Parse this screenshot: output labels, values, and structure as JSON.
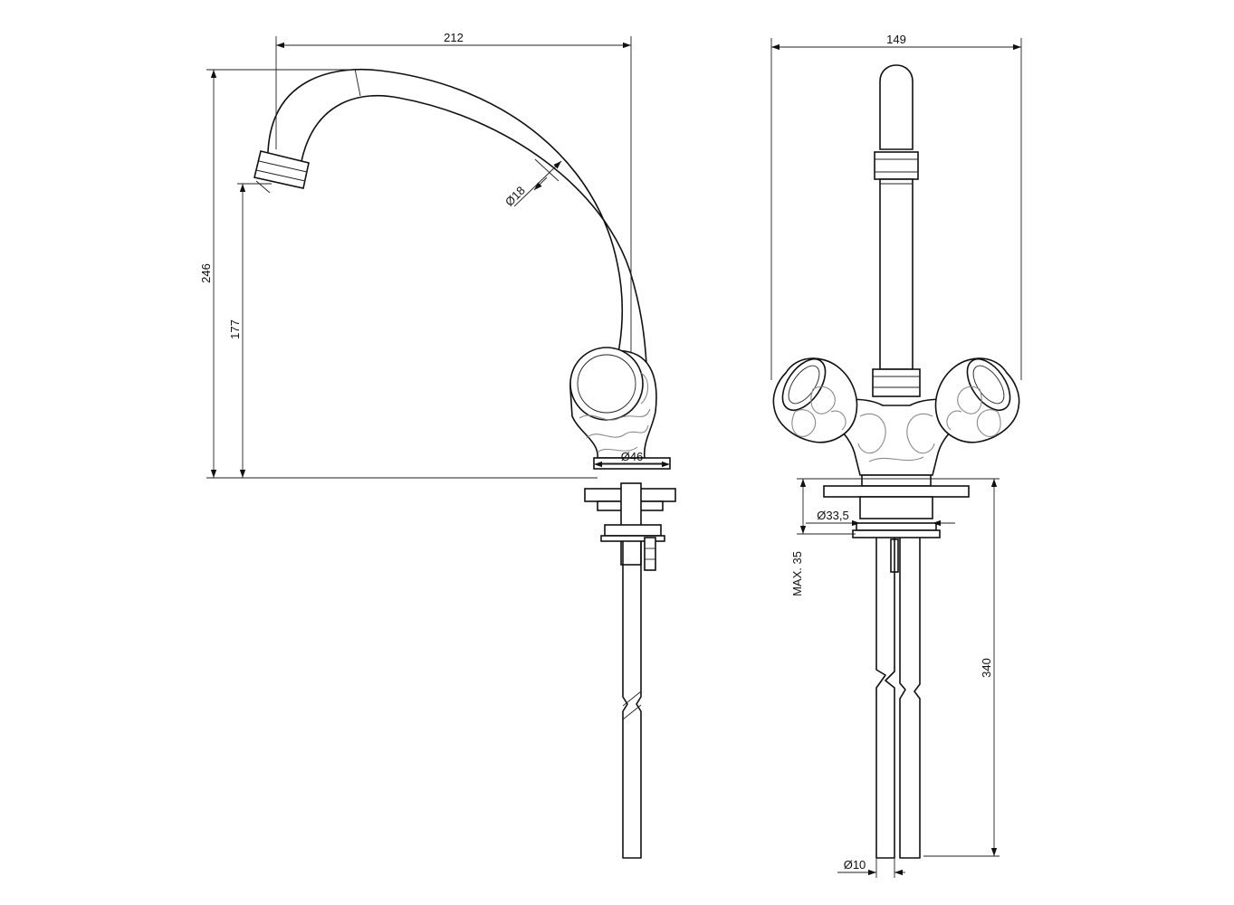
{
  "dimensions": {
    "side_width": "212",
    "total_height": "246",
    "spout_height": "177",
    "spout_diameter": "Ø18",
    "base_diameter": "Ø46",
    "front_width": "149",
    "mount_hole_diameter": "Ø33,5",
    "max_counter_thickness": "MAX. 35",
    "hose_length": "340",
    "hose_diameter": "Ø10"
  },
  "colors": {
    "line": "#111111",
    "pattern": "#8a8a8a",
    "background": "#ffffff"
  }
}
